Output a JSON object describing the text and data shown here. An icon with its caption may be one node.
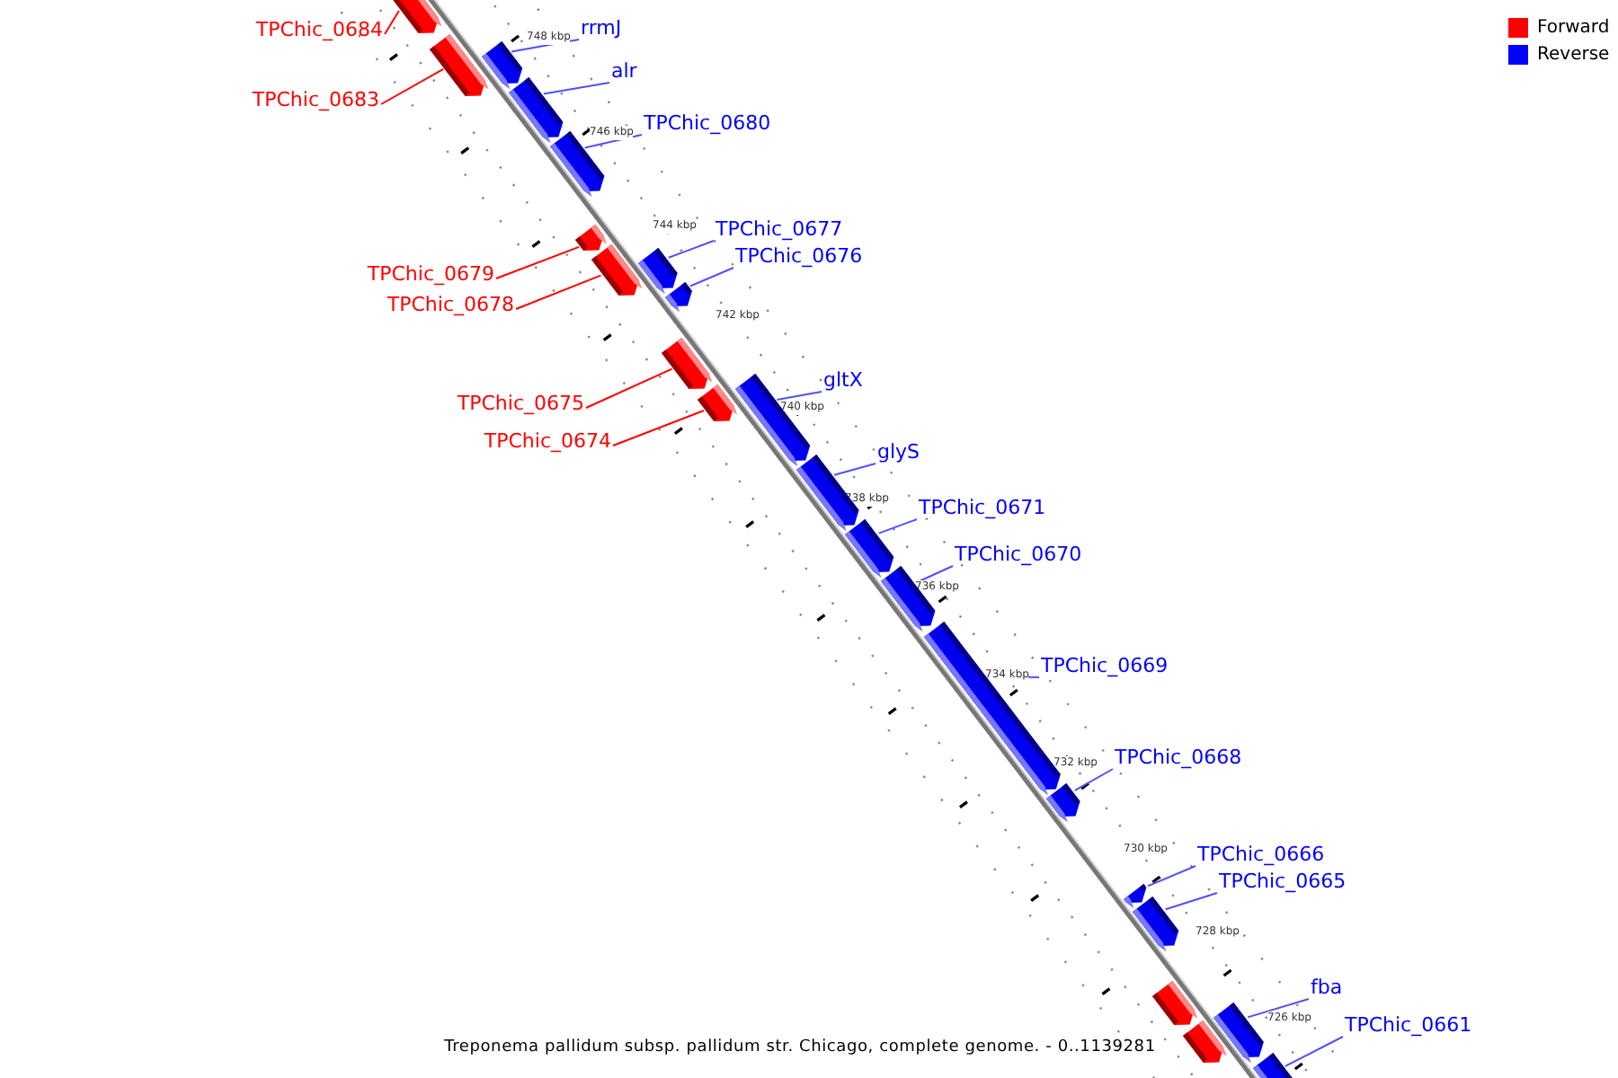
{
  "diagram": {
    "caption": "Treponema pallidum subsp. pallidum str. Chicago, complete genome. - 0..1139281",
    "nodes": [
      {
        "text": [
          "TPChic_0684"
        ]
      },
      {
        "text": [],
        "shape": "box"
      },
      {
        "text": [
          "rrmJ"
        ]
      },
      {
        "text": [],
        "shape": "box"
      },
      {
        "text": [
          "TPChic_0683"
        ]
      },
      {
        "text": [],
        "shape": "box"
      },
      {
        "text": [
          "alr"
        ]
      },
      {
        "text": [],
        "shape": "box"
      },
      {
        "text": [
          "TPChic_0680"
        ]
      },
      {
        "text": [],
        "shape": "box"
      },
      {
        "text": [
          "TPChic_0677"
        ]
      },
      {
        "text": [],
        "shape": "box"
      },
      {
        "text": [
          "TPChic_0676"
        ]
      },
      {
        "text": [],
        "shape": "box"
      },
      {
        "text": [
          "TPChic_0679"
        ]
      },
      {
        "text": [],
        "shape": "box"
      },
      {
        "text": [
          "TPChic_0678"
        ]
      },
      {
        "text": [],
        "shape": "box"
      },
      {
        "text": [
          "TPChic_0675"
        ]
      },
      {
        "text": [],
        "shape": "box"
      },
      {
        "text": [
          "TPChic_0674"
        ]
      },
      {
        "text": [],
        "shape": "box"
      },
      {
        "text": [
          "gltX"
        ]
      },
      {
        "text": [],
        "shape": "box"
      },
      {
        "text": [
          "glyS"
        ]
      },
      {
        "text": [],
        "shape": "box"
      },
      {
        "text": [
          "TPChic_0671"
        ]
      },
      {
        "text": [],
        "shape": "box"
      },
      {
        "text": [
          "TPChic_0670"
        ]
      },
      {
        "text": [],
        "shape": "box"
      },
      {
        "text": [
          "TPChic_0669"
        ]
      },
      {
        "text": [],
        "shape": "box"
      },
      {
        "text": [
          "TPChic_0668"
        ]
      },
      {
        "text": [],
        "shape": "box"
      },
      {
        "text": [
          "TPChic_0666"
        ]
      },
      {
        "text": [],
        "shape": "box"
      },
      {
        "text": [
          "TPChic_0665"
        ]
      },
      {
        "text": [],
        "shape": "box"
      },
      {
        "text": [],
        "shape": "box"
      },
      {
        "text": [],
        "shape": "box"
      },
      {
        "text": [
          "fba"
        ]
      },
      {
        "text": [],
        "shape": "box"
      },
      {
        "text": [
          "TPChic_0661"
        ]
      },
      {
        "text": [],
        "shape": "box"
      }
    ],
    "edges": [
      {
        "from": 0,
        "to": 1,
        "arrow": "none",
        "color": "#ff0000"
      },
      {
        "from": 2,
        "to": 3,
        "arrow": "none"
      },
      {
        "from": 4,
        "to": 5,
        "arrow": "none",
        "color": "#ff0000"
      },
      {
        "from": 6,
        "to": 7,
        "arrow": "none"
      },
      {
        "from": 8,
        "to": 9,
        "arrow": "none"
      },
      {
        "from": 10,
        "to": 11,
        "arrow": "none"
      },
      {
        "from": 12,
        "to": 13,
        "arrow": "none"
      },
      {
        "from": 14,
        "to": 15,
        "arrow": "none",
        "color": "#ff0000"
      },
      {
        "from": 16,
        "to": 17,
        "arrow": "none",
        "color": "#ff0000"
      },
      {
        "from": 18,
        "to": 19,
        "arrow": "none",
        "color": "#ff0000"
      },
      {
        "from": 20,
        "to": 21,
        "arrow": "none",
        "color": "#ff0000"
      },
      {
        "from": 22,
        "to": 23,
        "arrow": "none"
      },
      {
        "from": 24,
        "to": 25,
        "arrow": "none"
      },
      {
        "from": 26,
        "to": 27,
        "arrow": "none"
      },
      {
        "from": 28,
        "to": 29,
        "arrow": "none"
      },
      {
        "from": 30,
        "to": 31,
        "arrow": "none"
      },
      {
        "from": 32,
        "to": 33,
        "arrow": "none"
      },
      {
        "from": 34,
        "to": 35,
        "arrow": "none"
      },
      {
        "from": 36,
        "to": 37,
        "arrow": "none"
      },
      {
        "from": 40,
        "to": 41,
        "arrow": "none"
      },
      {
        "from": 42,
        "to": 43,
        "arrow": "none"
      }
    ],
    "labels": [
      "748 kbp",
      "746 kbp",
      "744 kbp",
      "742 kbp",
      "740 kbp",
      "738 kbp",
      "736 kbp",
      "734 kbp",
      "732 kbp",
      "730 kbp",
      "728 kbp",
      "726 kbp"
    ],
    "legend": [
      {
        "text": "Forward",
        "color": "#ff0000"
      },
      {
        "text": "Reverse",
        "color": "#0000ff"
      }
    ]
  }
}
